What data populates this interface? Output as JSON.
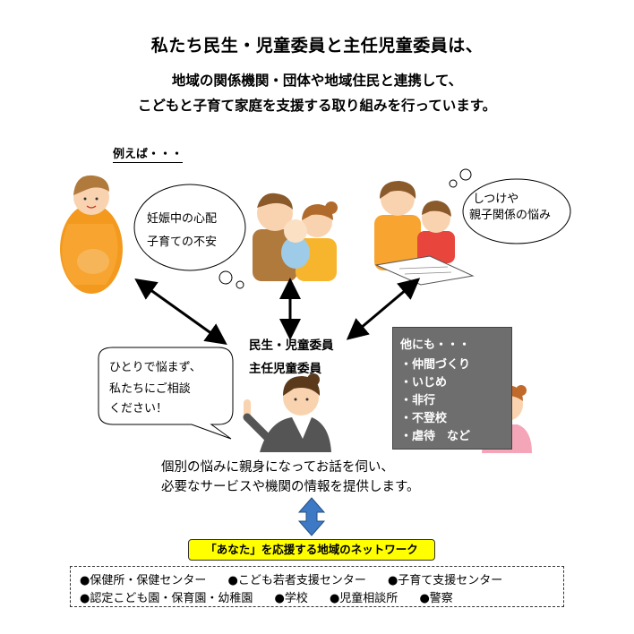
{
  "header": {
    "title": "私たち民生・児童委員と主任児童委員は、",
    "subtitle_line1": "地域の関係機関・団体や地域住民と連携して、",
    "subtitle_line2": "こどもと子育て家庭を支援する取り組みを行っています。"
  },
  "example_label": "例えば・・・",
  "bubbles": {
    "pregnancy": [
      "妊娠中の心配",
      "子育ての不安"
    ],
    "discipline": [
      "しつけや",
      "親子関係の悩み"
    ],
    "consult": [
      "ひとりで悩まず、",
      "私たちにご相談",
      "ください！"
    ]
  },
  "roles": {
    "line1": "民生・児童委員",
    "line2": "主任児童委員"
  },
  "others": {
    "heading": "他にも・・・",
    "items": [
      "・仲間づくり",
      "・いじめ",
      "・非行",
      "・不登校",
      "・虐待　など"
    ]
  },
  "description": {
    "line1": "個別の悩みに親身になってお話を伺い、",
    "line2": "必要なサービスや機関の情報を提供します。"
  },
  "network_label": "「あなた」を応援する地域のネットワーク",
  "network_items": {
    "row1": [
      "●保健所・保健センター",
      "●こども若者支援センター",
      "●子育て支援センター"
    ],
    "row2": [
      "●認定こども園・保育園・幼稚園",
      "●学校",
      "●児童相談所",
      "●警察"
    ]
  }
}
